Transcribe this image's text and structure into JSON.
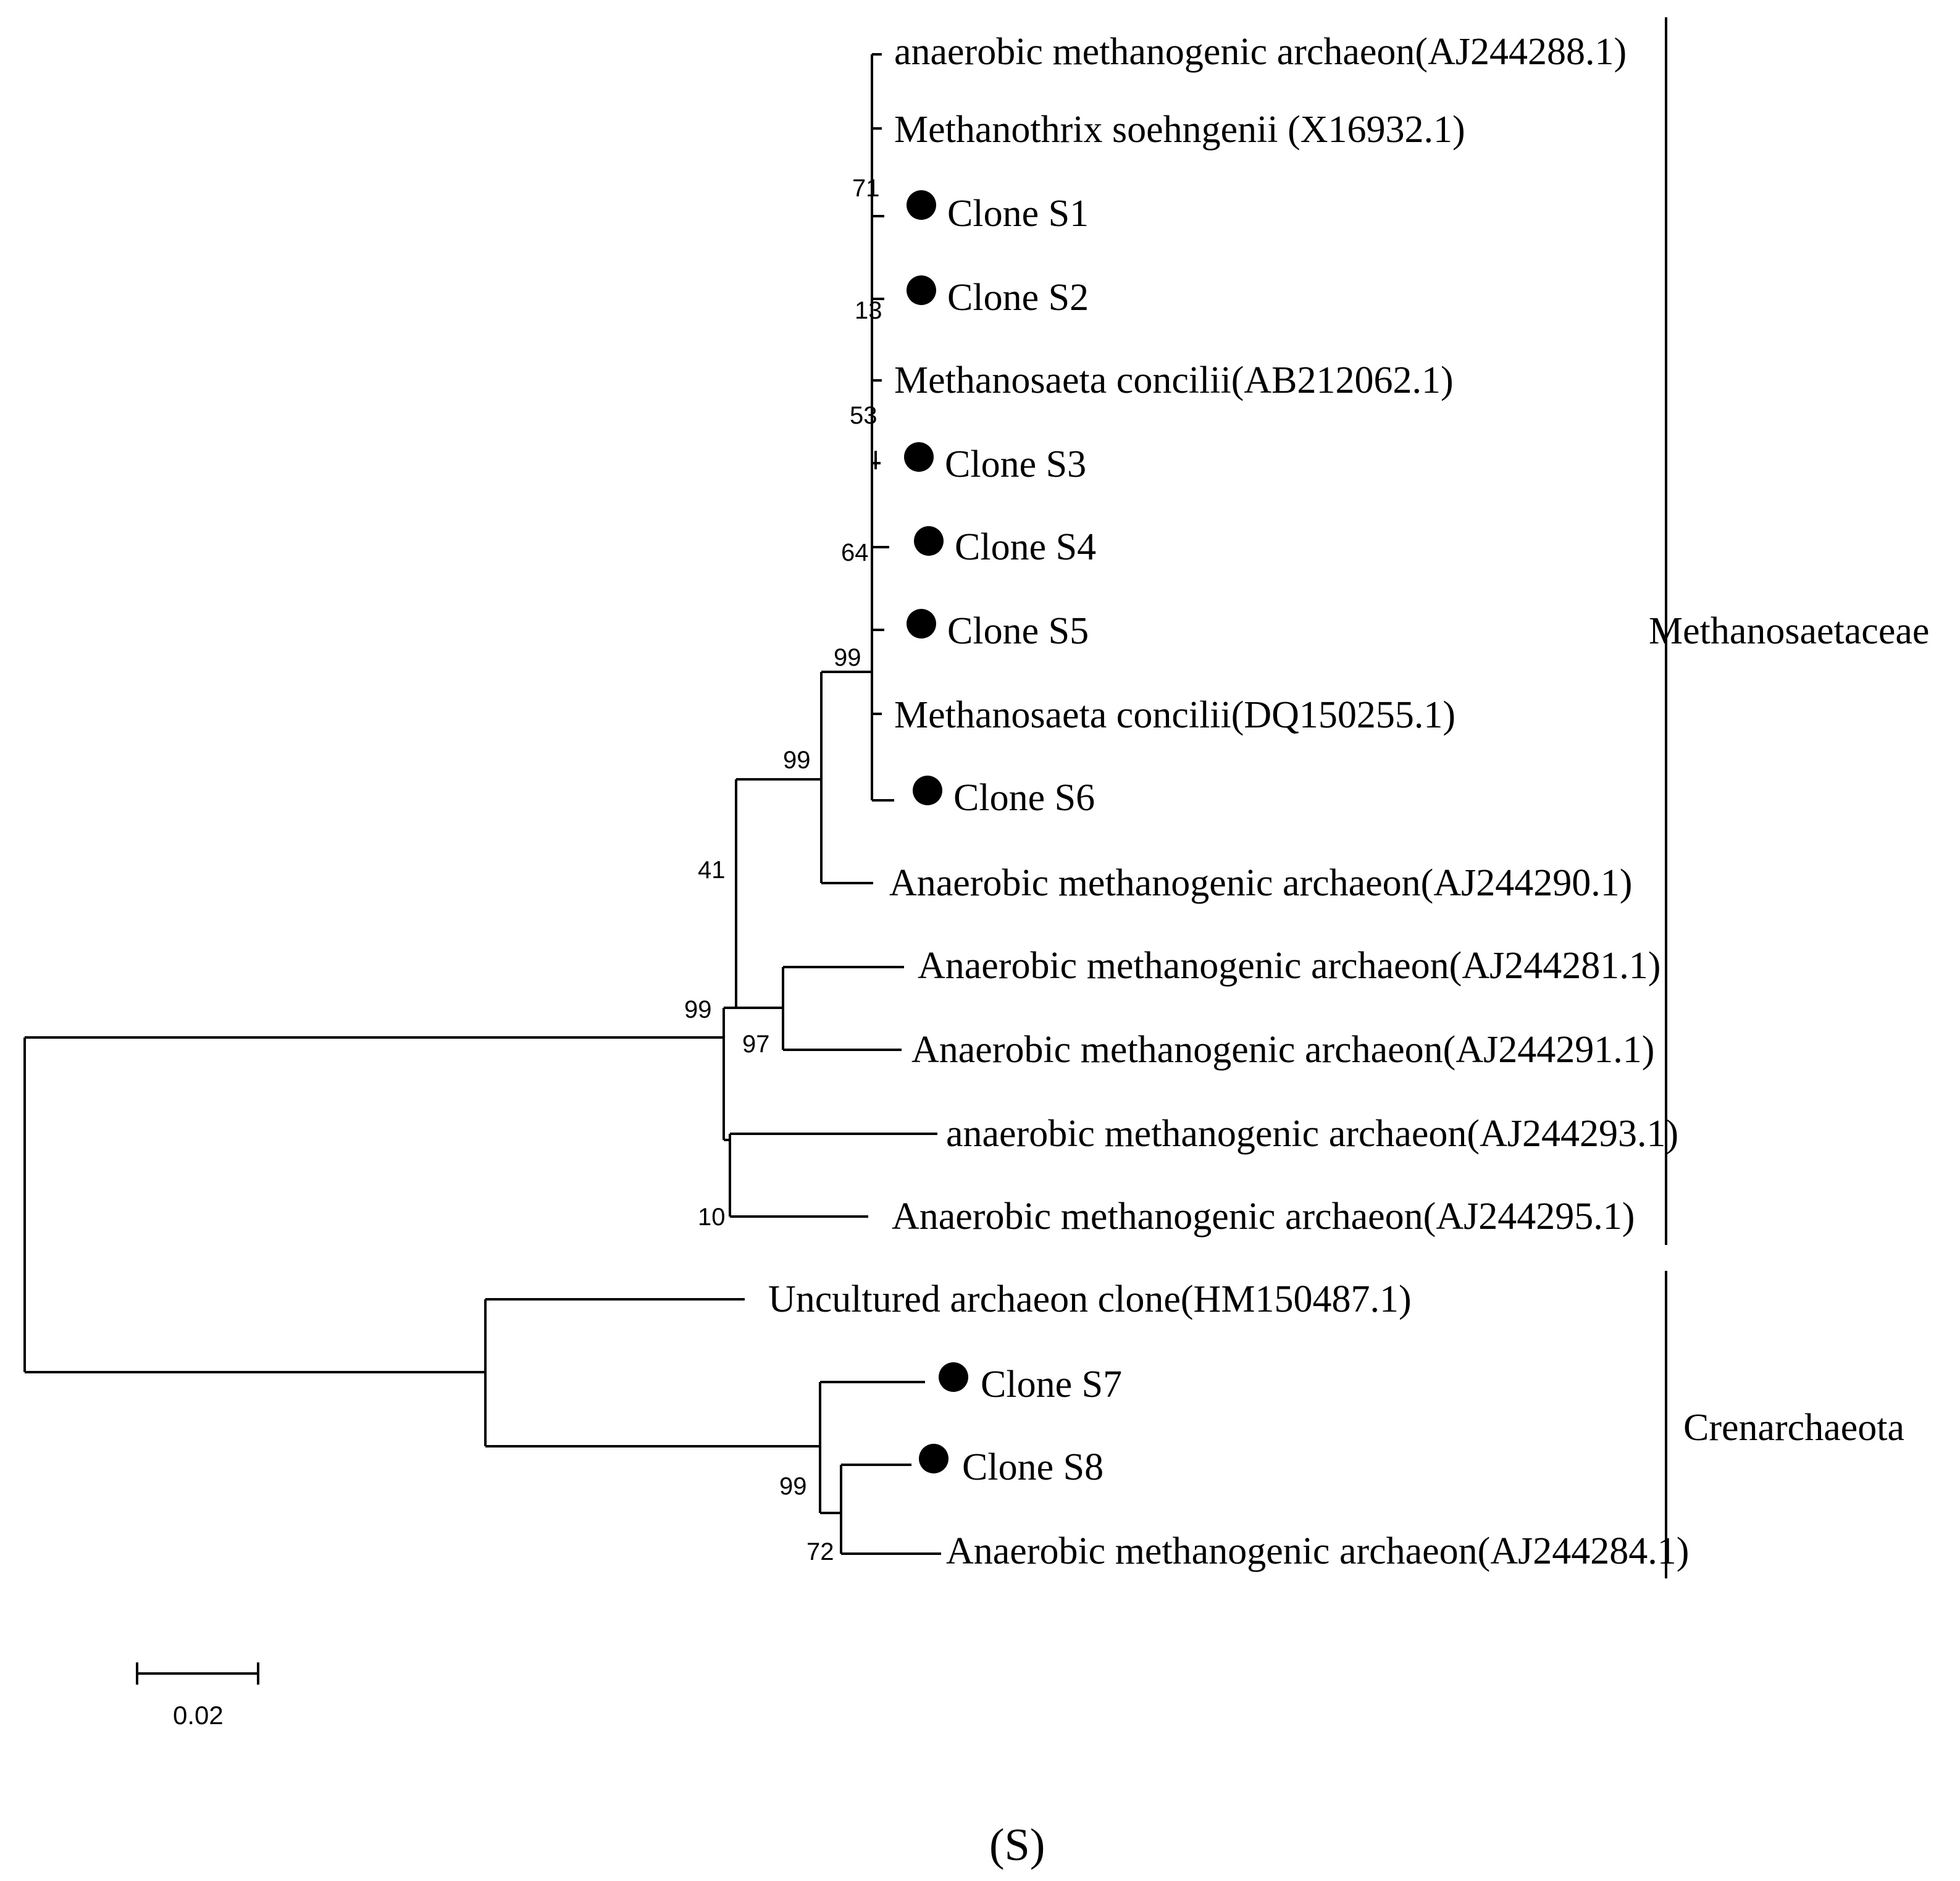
{
  "leaves": [
    {
      "label": "anaerobic methanogenic archaeon(AJ244288.1)",
      "marker": false
    },
    {
      "label": "Methanothrix soehngenii (X16932.1)",
      "marker": false
    },
    {
      "label": "Clone S1",
      "marker": true
    },
    {
      "label": "Clone S2",
      "marker": true
    },
    {
      "label": "Methanosaeta concilii(AB212062.1)",
      "marker": false
    },
    {
      "label": "Clone S3",
      "marker": true
    },
    {
      "label": "Clone S4",
      "marker": true
    },
    {
      "label": "Clone S5",
      "marker": true
    },
    {
      "label": "Methanosaeta concilii(DQ150255.1)",
      "marker": false
    },
    {
      "label": "Clone S6",
      "marker": true
    },
    {
      "label": "Anaerobic methanogenic archaeon(AJ244290.1)",
      "marker": false
    },
    {
      "label": "Anaerobic methanogenic archaeon(AJ244281.1)",
      "marker": false
    },
    {
      "label": "Anaerobic methanogenic archaeon(AJ244291.1)",
      "marker": false
    },
    {
      "label": "anaerobic methanogenic archaeon(AJ244293.1)",
      "marker": false
    },
    {
      "label": "Anaerobic methanogenic archaeon(AJ244295.1)",
      "marker": false
    },
    {
      "label": "Uncultured archaeon clone(HM150487.1)",
      "marker": false
    },
    {
      "label": "Clone S7",
      "marker": true
    },
    {
      "label": "Clone S8",
      "marker": true
    },
    {
      "label": "Anaerobic methanogenic archaeon(AJ244284.1)",
      "marker": false
    }
  ],
  "bootstrap_values": [
    "71",
    "13",
    "53",
    "64",
    "99",
    "99",
    "41",
    "99",
    "97",
    "10",
    "99",
    "72"
  ],
  "clades": [
    {
      "label": "Methanosaetaceae"
    },
    {
      "label": "Crenarchaeota"
    }
  ],
  "scale_bar": {
    "label": "0.02"
  },
  "caption": "(S)",
  "colors": {
    "ink": "#000000",
    "background": "#ffffff"
  }
}
